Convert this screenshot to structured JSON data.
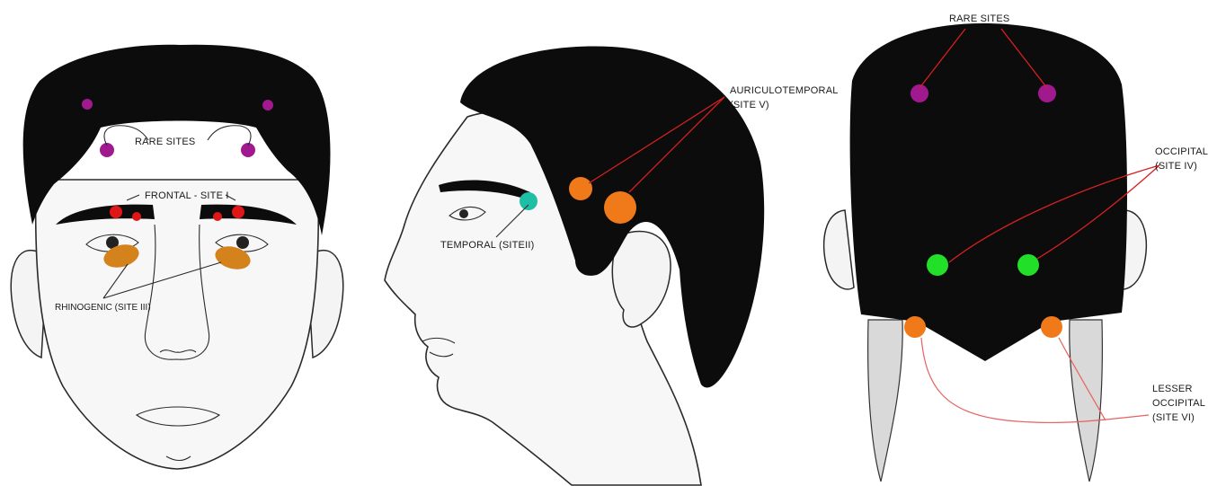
{
  "labels": {
    "front_rare_sites": "RARE SITES",
    "front_frontal": "FRONTAL - SITE I",
    "front_rhinogenic": "RHINOGENIC (SITE III)",
    "side_auriculotemporal_1": "AURICULOTEMPORAL",
    "side_auriculotemporal_2": "(SITE V)",
    "side_temporal": "TEMPORAL (SITEII)",
    "back_rare_sites": "RARE SITES",
    "back_occipital_1": "OCCIPITAL",
    "back_occipital_2": "(SITE IV)",
    "back_lesser_1": "LESSER",
    "back_lesser_2": "OCCIPITAL",
    "back_lesser_3": "(SITE VI)"
  },
  "colors": {
    "rare_site": "#a0198f",
    "frontal_site": "#e01717",
    "rhinogenic_site": "#d4821c",
    "temporal_site": "#1fbfa5",
    "auriculotemporal_site": "#f07a1a",
    "occipital_site": "#22e02a",
    "lesser_occipital_site": "#f07a1a",
    "hair": "#0c0c0c"
  }
}
